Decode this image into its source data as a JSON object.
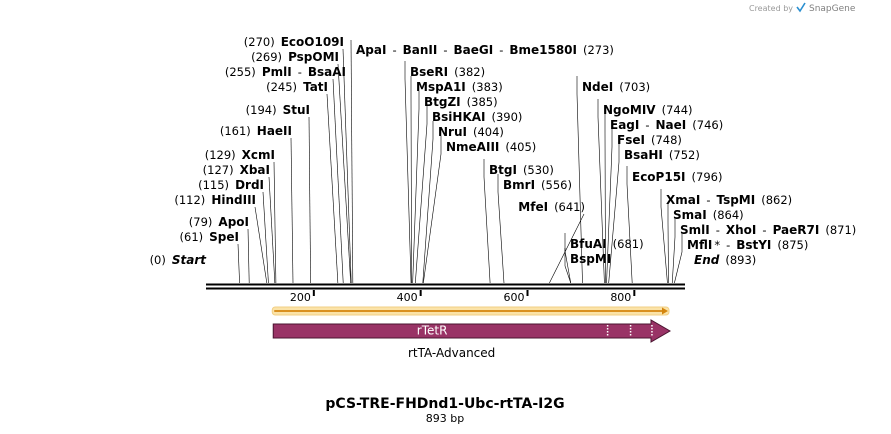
{
  "header": {
    "credit_prefix": "Created by",
    "credit_brand": "SnapGene"
  },
  "plasmid": {
    "name": "pCS-TRE-FHDnd1-Ubc-rtTA-I2G",
    "length_label": "893 bp",
    "length": 893
  },
  "ruler": {
    "ticks": [
      {
        "pos": 200,
        "label": "200"
      },
      {
        "pos": 400,
        "label": "400"
      },
      {
        "pos": 600,
        "label": "600"
      },
      {
        "pos": 800,
        "label": "800"
      }
    ]
  },
  "features": {
    "orf": {
      "start": 124,
      "end": 893,
      "direction": "forward"
    },
    "gene": {
      "name": "rTetR",
      "start": 124,
      "end": 893,
      "direction": "forward"
    },
    "gene_caption": "rtTA-Advanced",
    "hatch_positions": [
      750,
      793,
      833
    ]
  },
  "sites": [
    {
      "pos": 0,
      "parts": [
        {
          "t": "(0)"
        },
        {
          "t": "Start",
          "b": true,
          "i": true
        }
      ]
    },
    {
      "pos": 61,
      "parts": [
        {
          "t": "(61)"
        },
        {
          "t": "SpeI",
          "b": true
        }
      ]
    },
    {
      "pos": 79,
      "parts": [
        {
          "t": "(79)"
        },
        {
          "t": "ApoI",
          "b": true
        }
      ]
    },
    {
      "pos": 112,
      "parts": [
        {
          "t": "(112)"
        },
        {
          "t": "HindIII",
          "b": true
        }
      ]
    },
    {
      "pos": 115,
      "parts": [
        {
          "t": "(115)"
        },
        {
          "t": "DrdI",
          "b": true
        }
      ]
    },
    {
      "pos": 127,
      "parts": [
        {
          "t": "(127)"
        },
        {
          "t": "XbaI",
          "b": true
        }
      ]
    },
    {
      "pos": 129,
      "parts": [
        {
          "t": "(129)"
        },
        {
          "t": "XcmI",
          "b": true
        }
      ]
    },
    {
      "pos": 161,
      "parts": [
        {
          "t": "(161)"
        },
        {
          "t": "HaeII",
          "b": true
        }
      ]
    },
    {
      "pos": 194,
      "parts": [
        {
          "t": "(194)"
        },
        {
          "t": "StuI",
          "b": true
        }
      ]
    },
    {
      "pos": 245,
      "parts": [
        {
          "t": "(245)"
        },
        {
          "t": "TatI",
          "b": true
        }
      ]
    },
    {
      "pos": 255,
      "parts": [
        {
          "t": "(255)"
        },
        {
          "t": "PmlI",
          "b": true
        },
        {
          "t": "-"
        },
        {
          "t": "BsaAI",
          "b": true
        }
      ]
    },
    {
      "pos": 269,
      "parts": [
        {
          "t": "(269)"
        },
        {
          "t": "PspOMI",
          "b": true
        }
      ]
    },
    {
      "pos": 270,
      "parts": [
        {
          "t": "(270)"
        },
        {
          "t": "EcoO109I",
          "b": true
        }
      ]
    },
    {
      "pos": 273,
      "parts": [
        {
          "t": "ApaI",
          "b": true
        },
        {
          "t": "-"
        },
        {
          "t": "BanII",
          "b": true
        },
        {
          "t": "-"
        },
        {
          "t": "BaeGI",
          "b": true
        },
        {
          "t": "-"
        },
        {
          "t": "Bme1580I",
          "b": true
        },
        {
          "t": "(273)"
        }
      ]
    },
    {
      "pos": 382,
      "parts": [
        {
          "t": "BseRI",
          "b": true
        },
        {
          "t": "(382)"
        }
      ]
    },
    {
      "pos": 383,
      "parts": [
        {
          "t": "MspA1I",
          "b": true
        },
        {
          "t": "(383)"
        }
      ]
    },
    {
      "pos": 385,
      "parts": [
        {
          "t": "BtgZI",
          "b": true
        },
        {
          "t": "(385)"
        }
      ]
    },
    {
      "pos": 390,
      "parts": [
        {
          "t": "BsiHKAI",
          "b": true
        },
        {
          "t": "(390)"
        }
      ]
    },
    {
      "pos": 404,
      "parts": [
        {
          "t": "NruI",
          "b": true
        },
        {
          "t": "(404)"
        }
      ]
    },
    {
      "pos": 405,
      "parts": [
        {
          "t": "NmeAIII",
          "b": true
        },
        {
          "t": "(405)"
        }
      ]
    },
    {
      "pos": 530,
      "parts": [
        {
          "t": "BtgI",
          "b": true
        },
        {
          "t": "(530)"
        }
      ]
    },
    {
      "pos": 556,
      "parts": [
        {
          "t": "BmrI",
          "b": true
        },
        {
          "t": "(556)"
        }
      ]
    },
    {
      "pos": 641,
      "parts": [
        {
          "t": "MfeI",
          "b": true
        },
        {
          "t": "(641)"
        }
      ]
    },
    {
      "pos": 681,
      "parts": [
        {
          "t": "BfuAI",
          "b": true
        },
        {
          "t": "(681)"
        }
      ]
    },
    {
      "pos": 681,
      "parts": [
        {
          "t": "BspMI",
          "b": true
        }
      ]
    },
    {
      "pos": 703,
      "parts": [
        {
          "t": "NdeI",
          "b": true
        },
        {
          "t": "(703)"
        }
      ]
    },
    {
      "pos": 744,
      "parts": [
        {
          "t": "NgoMIV",
          "b": true
        },
        {
          "t": "(744)"
        }
      ]
    },
    {
      "pos": 746,
      "parts": [
        {
          "t": "EagI",
          "b": true
        },
        {
          "t": "-"
        },
        {
          "t": "NaeI",
          "b": true
        },
        {
          "t": "(746)"
        }
      ]
    },
    {
      "pos": 748,
      "parts": [
        {
          "t": "FseI",
          "b": true
        },
        {
          "t": "(748)"
        }
      ]
    },
    {
      "pos": 752,
      "parts": [
        {
          "t": "BsaHI",
          "b": true
        },
        {
          "t": "(752)"
        }
      ]
    },
    {
      "pos": 796,
      "parts": [
        {
          "t": "EcoP15I",
          "b": true
        },
        {
          "t": "(796)"
        }
      ]
    },
    {
      "pos": 862,
      "parts": [
        {
          "t": "XmaI",
          "b": true
        },
        {
          "t": "-"
        },
        {
          "t": "TspMI",
          "b": true
        },
        {
          "t": "(862)"
        }
      ]
    },
    {
      "pos": 864,
      "parts": [
        {
          "t": "SmaI",
          "b": true
        },
        {
          "t": "(864)"
        }
      ]
    },
    {
      "pos": 871,
      "parts": [
        {
          "t": "SmlI",
          "b": true
        },
        {
          "t": "-"
        },
        {
          "t": "XhoI",
          "b": true
        },
        {
          "t": "-"
        },
        {
          "t": "PaeR7I",
          "b": true
        },
        {
          "t": "(871)"
        }
      ]
    },
    {
      "pos": 875,
      "parts": [
        {
          "t": "MflI",
          "b": true
        },
        {
          "t": "*"
        },
        {
          "t": "-"
        },
        {
          "t": "BstYI",
          "b": true
        },
        {
          "t": "(875)"
        }
      ]
    },
    {
      "pos": 893,
      "parts": [
        {
          "t": "End",
          "b": true,
          "i": true
        },
        {
          "t": "(893)"
        }
      ]
    }
  ],
  "colors": {
    "backbone": "#000000",
    "orf_fill": "#fbe3a8",
    "orf_stroke": "#d4850e",
    "gene_fill": "#993366",
    "gene_stroke": "#4a1530",
    "credit_text": "#9a9a9a",
    "credit_brand": "#7f7f7f",
    "logo": "#2a8fd0"
  }
}
